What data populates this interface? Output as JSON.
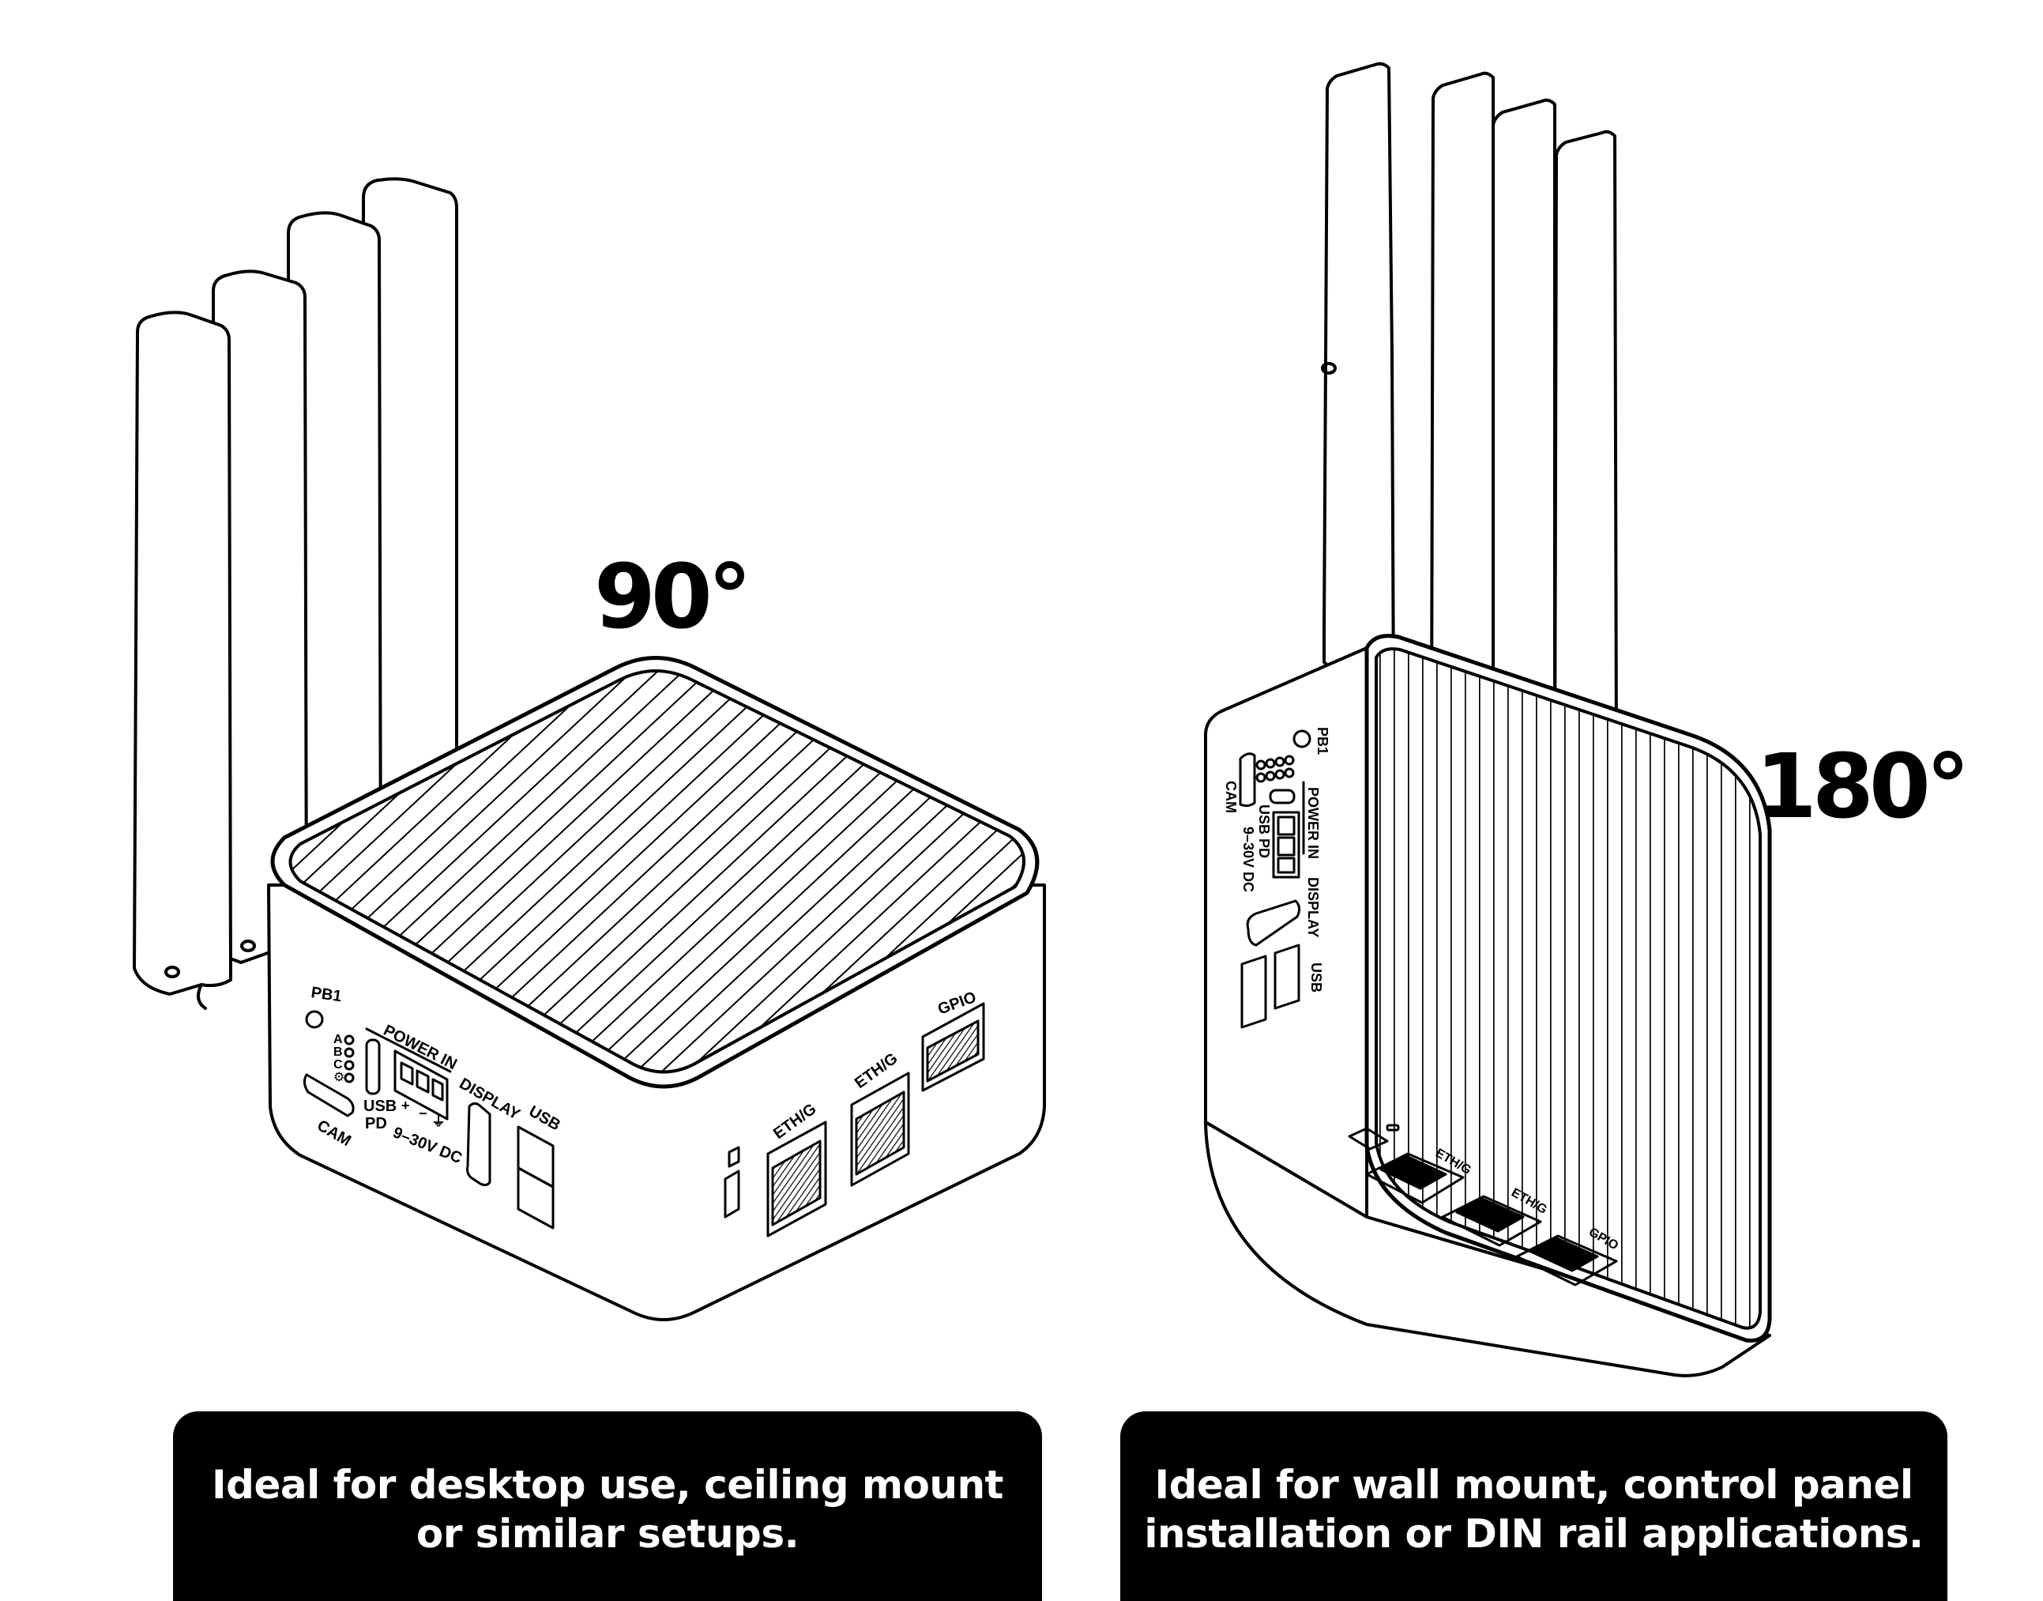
{
  "figure": {
    "left_panel": {
      "angle_label": "90°",
      "caption": "Ideal for desktop use, ceiling mount\nor similar setups.",
      "orientation": "horizontal (heatsink facing up)",
      "port_labels": {
        "pb1": "PB1",
        "leds": [
          "A",
          "B",
          "C",
          "⚙"
        ],
        "cam": "CAM",
        "usb_pd": "USB\nPD",
        "power_in": "POWER IN",
        "power_polarity": [
          "+",
          "−",
          "⏚"
        ],
        "voltage": "9–30V DC",
        "display": "DISPLAY",
        "usb": "USB",
        "eth1": "ETH/G",
        "eth2": "ETH/G",
        "gpio": "GPIO"
      },
      "antenna_count": 4
    },
    "right_panel": {
      "angle_label": "180°",
      "caption": "Ideal for wall mount, control panel\ninstallation or DIN rail applications.",
      "orientation": "vertical (heatsink facing front)",
      "port_labels": {
        "pb1": "PB1",
        "cam": "CAM",
        "usb_pd": "USB PD",
        "power_in": "POWER IN",
        "voltage": "9–30V DC",
        "display": "DISPLAY",
        "usb": "USB",
        "eth1": "ETH/G",
        "eth2": "ETH/G",
        "gpio": "GPIO"
      },
      "antenna_count": 4
    },
    "colors": {
      "line": "#000000",
      "background": "#ffffff",
      "caption_bg": "#000000",
      "caption_text": "#ffffff"
    }
  }
}
